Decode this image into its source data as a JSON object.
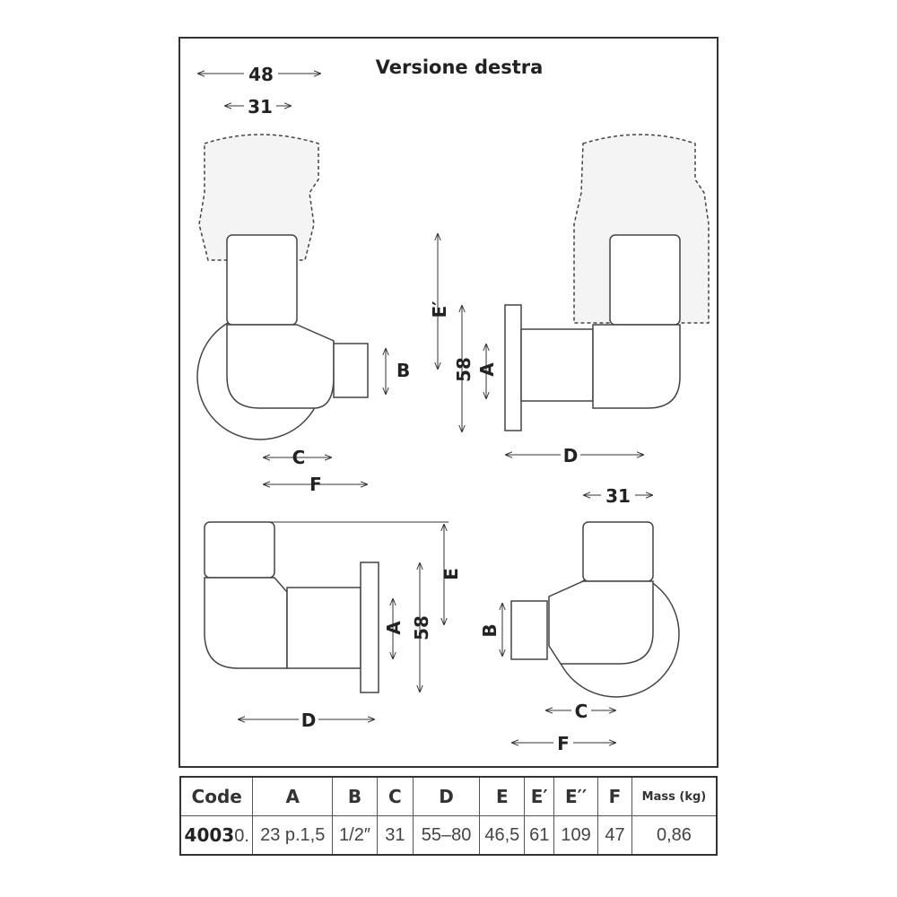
{
  "title": "Versione destra",
  "dimension_labels": {
    "top_left": {
      "width_outer": "48",
      "width_inner": "31",
      "C": "C",
      "F": "F",
      "B": "B"
    },
    "top_right": {
      "E_prime": "E′",
      "58": "58",
      "A": "A",
      "D": "D"
    },
    "bottom_left": {
      "E": "E",
      "58": "58",
      "A": "A",
      "D": "D"
    },
    "bottom_right": {
      "width": "31",
      "B": "B",
      "C": "C",
      "F": "F"
    }
  },
  "table": {
    "headers": [
      "Code",
      "A",
      "B",
      "C",
      "D",
      "E",
      "E′",
      "E′′",
      "F",
      "Mass (kg)"
    ],
    "row": {
      "code_bold": "4003",
      "code_suffix": "0.",
      "values": [
        "23 p.1,5",
        "1/2″",
        "31",
        "55–80",
        "46,5",
        "61",
        "109",
        "47",
        "0,86"
      ]
    }
  }
}
